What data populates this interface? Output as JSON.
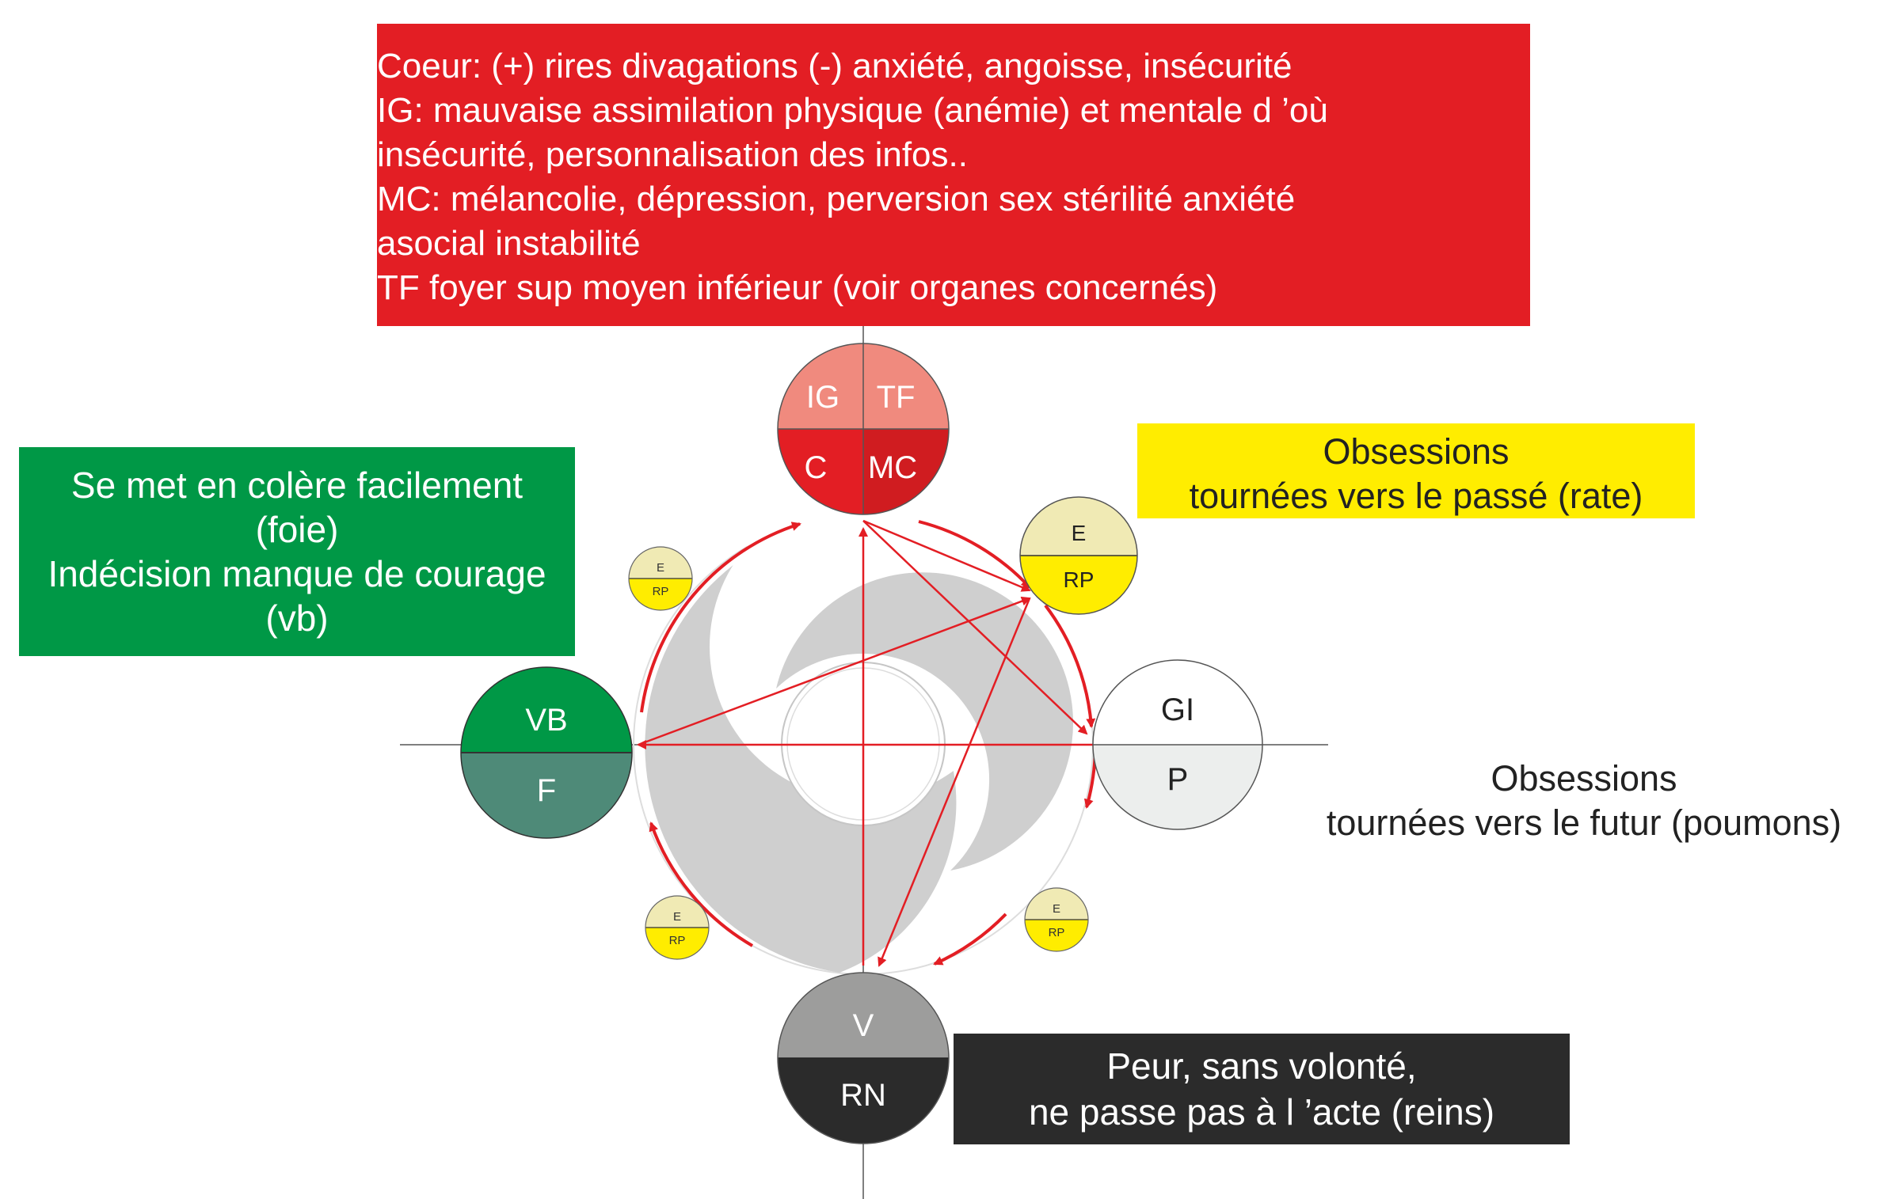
{
  "colors": {
    "fire_box": "#e31e24",
    "fire_top": "#f08a7e",
    "fire_bottom": "#e31e24",
    "fire_bottom_right": "#d01c20",
    "wood_box": "#009846",
    "wood_top": "#009846",
    "wood_bottom": "#4e8a78",
    "earth_box": "#ffed00",
    "earth_top": "#f0eab4",
    "earth_bottom": "#ffed00",
    "metal_top": "#ffffff",
    "metal_bottom": "#eceeed",
    "water_box": "#2b2b2b",
    "water_top": "#9d9d9c",
    "water_bottom": "#2b2b2b",
    "arrow": "#e31e24",
    "crescent": "#cfcfcf",
    "axis": "#555555"
  },
  "fire": {
    "lines": [
      "Coeur: (+) rires divagations (-) anxiété, angoisse, insécurité",
      "IG: mauvaise assimilation physique (anémie) et mentale d ’où",
      "insécurité, personnalisation des infos..",
      "MC: mélancolie, dépression, perversion sex stérilité anxiété",
      "asocial instabilité",
      "TF  foyer sup moyen inférieur (voir organes concernés)"
    ],
    "circle": {
      "top_left": "IG",
      "top_right": "TF",
      "bottom_left": "C",
      "bottom_right": "MC"
    }
  },
  "wood": {
    "lines": [
      "Se met en colère facilement",
      "(foie)",
      "Indécision manque de courage",
      "(vb)"
    ],
    "circle": {
      "top": "VB",
      "bottom": "F"
    }
  },
  "earth": {
    "lines": [
      "Obsessions",
      "tournées vers le passé (rate)"
    ],
    "circle": {
      "top": "E",
      "bottom": "RP"
    },
    "small_circle": {
      "top": "E",
      "bottom": "RP"
    }
  },
  "metal": {
    "lines": [
      "Obsessions",
      "tournées vers le futur (poumons)"
    ],
    "circle": {
      "top": "GI",
      "bottom": "P"
    }
  },
  "water": {
    "lines": [
      "Peur, sans volonté,",
      "ne passe pas à l ’acte (reins)"
    ],
    "circle": {
      "top": "V",
      "bottom": "RN"
    }
  }
}
